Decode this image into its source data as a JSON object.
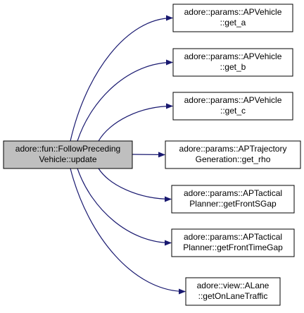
{
  "diagram": {
    "source_node": {
      "id": "src",
      "lines": [
        "adore::fun::FollowPreceding",
        "Vehicle::update"
      ],
      "fill": "#bfbfbf"
    },
    "target_nodes": [
      {
        "id": "t1",
        "lines": [
          "adore::params::APVehicle",
          "::get_a"
        ],
        "fill": "#ffffff"
      },
      {
        "id": "t2",
        "lines": [
          "adore::params::APVehicle",
          "::get_b"
        ],
        "fill": "#ffffff"
      },
      {
        "id": "t3",
        "lines": [
          "adore::params::APVehicle",
          "::get_c"
        ],
        "fill": "#ffffff"
      },
      {
        "id": "t4",
        "lines": [
          "adore::params::APTrajectory",
          "Generation::get_rho"
        ],
        "fill": "#ffffff"
      },
      {
        "id": "t5",
        "lines": [
          "adore::params::APTactical",
          "Planner::getFrontSGap"
        ],
        "fill": "#ffffff"
      },
      {
        "id": "t6",
        "lines": [
          "adore::params::APTactical",
          "Planner::getFrontTimeGap"
        ],
        "fill": "#ffffff"
      },
      {
        "id": "t7",
        "lines": [
          "adore::view::ALane",
          "::getOnLaneTraffic"
        ],
        "fill": "#ffffff"
      }
    ],
    "edges": [
      {
        "from": "src",
        "to": "t1"
      },
      {
        "from": "src",
        "to": "t2"
      },
      {
        "from": "src",
        "to": "t3"
      },
      {
        "from": "src",
        "to": "t4"
      },
      {
        "from": "src",
        "to": "t5"
      },
      {
        "from": "src",
        "to": "t6"
      },
      {
        "from": "src",
        "to": "t7"
      }
    ],
    "colors": {
      "edge": "#191970",
      "node_border": "#000000",
      "source_fill": "#bfbfbf",
      "target_fill": "#ffffff"
    }
  }
}
